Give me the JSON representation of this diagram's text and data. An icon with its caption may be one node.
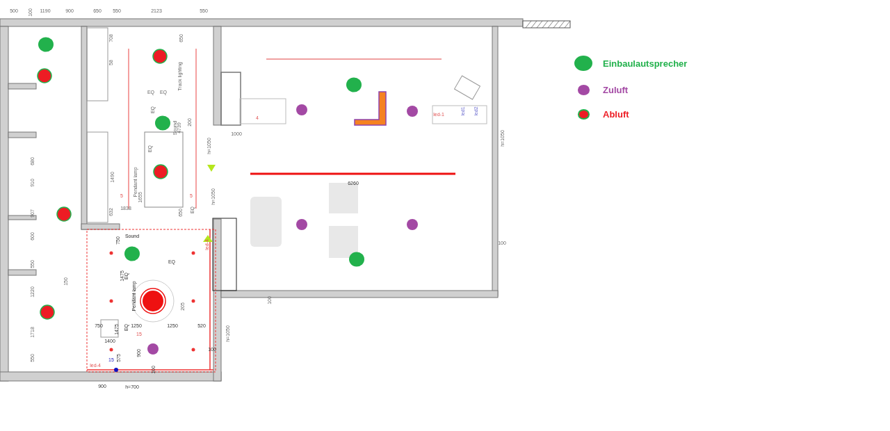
{
  "diagram": {
    "labels": [
      "500",
      "100",
      "1190",
      "900",
      "650",
      "550",
      "2123",
      "550",
      "708",
      "58",
      "650",
      "Track lighting",
      "EQ",
      "EQ",
      "EQ",
      "Sound",
      "4739",
      "200",
      "1000",
      "4",
      "led-1",
      "led1",
      "led2",
      "h=1050",
      "EQ",
      "1490",
      "Pendant lamp",
      "1655",
      "1838",
      "5",
      "5",
      "h=1050",
      "632",
      "650",
      "EQ",
      "6260",
      "Sound",
      "750",
      "EQ",
      "1475",
      "EQ",
      "Pendant lamp",
      "led-4",
      "750",
      "1475",
      "EQ",
      "1250",
      "1250",
      "520",
      "1400",
      "15",
      "900",
      "100",
      "575",
      "15",
      "led-4",
      "100",
      "900",
      "h=700",
      "205",
      "h=1050",
      "100",
      "h=1050",
      "100",
      "680",
      "910",
      "907",
      "600",
      "550",
      "1220",
      "1718",
      "550",
      "150"
    ],
    "legend": [
      {
        "text": "Einbaulautsprecher",
        "color": "#22b14c"
      },
      {
        "text": "Zuluft",
        "color": "#a349a4"
      },
      {
        "text": "Abluft",
        "color": "#ed1c24"
      }
    ]
  }
}
